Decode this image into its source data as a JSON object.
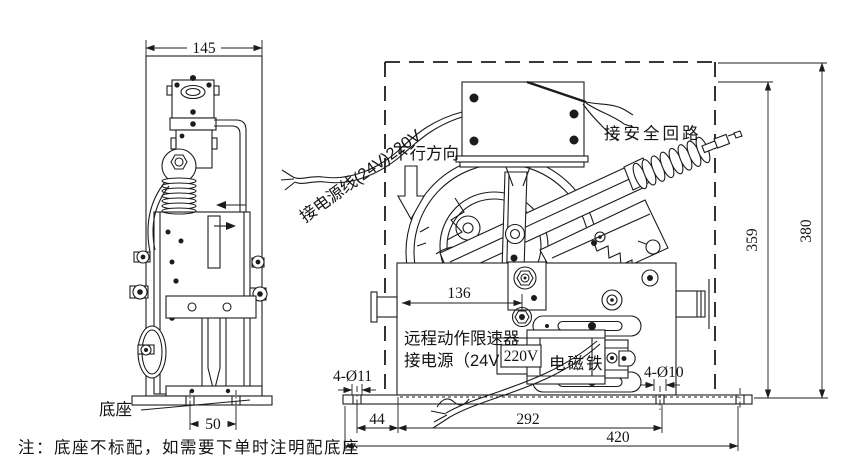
{
  "page": {
    "background": "#ffffff",
    "line_color": "#1c1c1c"
  },
  "icons": {
    "down_direction": "down-arrow"
  },
  "note": "注：底座不标配，如需要下单时注明配底座",
  "left_view": {
    "dim_overall_width": "145",
    "dim_base_hole_spacing": "50",
    "base_label": "底座"
  },
  "front_view": {
    "power_line_label": "接电源线(24V)220V",
    "down_direction_label": "下行方向",
    "safety_circuit_label": "接安全回路",
    "remote_label_line1": "远程动作限速器",
    "remote_label_line2": "接电源（24V）",
    "voltage_box_label": "220V",
    "electromagnet_label": "电磁铁",
    "holes_left_label": "4-Ø11",
    "holes_right_label": "4-Ø10",
    "dim_rope_offset": "136",
    "dim_hole_to_frame": "44",
    "dim_hole_spacing": "292",
    "dim_base_width": "420",
    "dim_height_to_switch": "359",
    "dim_overall_height": "380"
  }
}
